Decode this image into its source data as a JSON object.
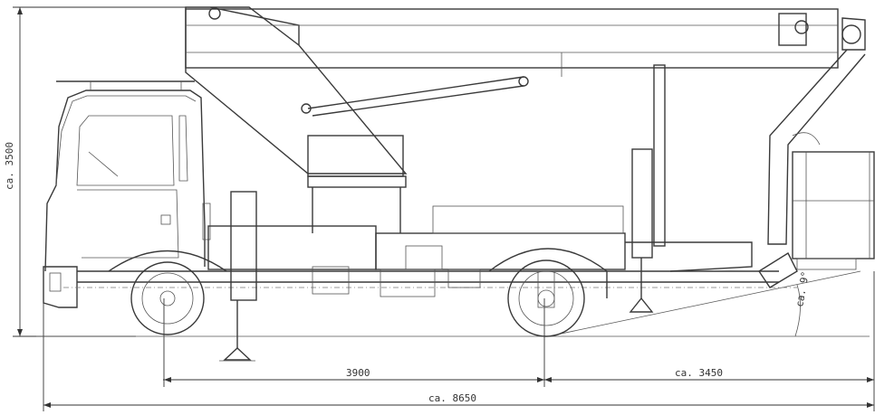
{
  "dimensions": {
    "height_label": "ca. 3500",
    "wheelbase_label": "3900",
    "rear_overhang_label": "ca. 3450",
    "total_length_label": "ca. 8650",
    "angle_label": "ca. 9°"
  }
}
